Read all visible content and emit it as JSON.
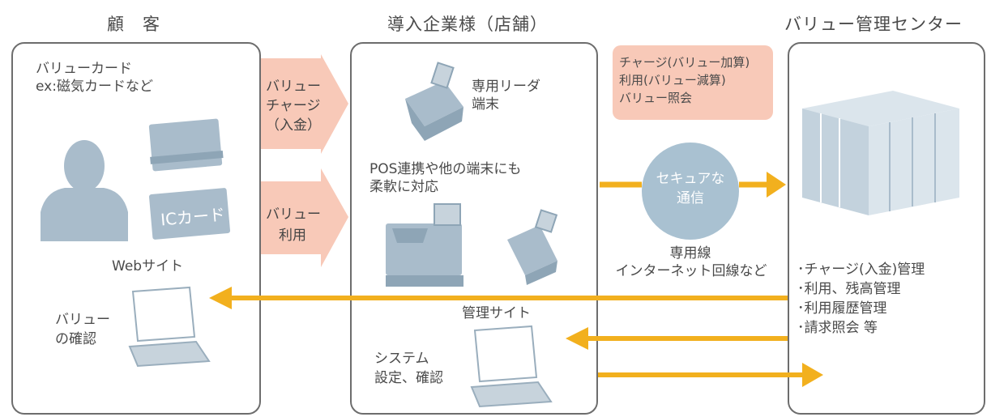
{
  "headers": {
    "customer": "顧　客",
    "store": "導入企業様（店舗）",
    "center": "バリュー管理センター"
  },
  "customer": {
    "card_line1": "バリューカード",
    "card_line2": "ex:磁気カードなど",
    "ic_card_label": "ICカード",
    "web_label": "Webサイト",
    "confirm_line1": "バリュー",
    "confirm_line2": "の確認"
  },
  "arrows": {
    "charge_line1": "バリュー",
    "charge_line2": "チャージ",
    "charge_line3": "（入金）",
    "use_line1": "バリュー",
    "use_line2": "利用"
  },
  "store": {
    "reader_line1": "専用リーダ",
    "reader_line2": "端末",
    "pos_line1": "POS連携や他の端末にも",
    "pos_line2": "柔軟に対応",
    "admin_site": "管理サイト",
    "system_line1": "システム",
    "system_line2": "設定、確認"
  },
  "communication": {
    "ops_line1": "チャージ(バリュー加算)",
    "ops_line2": "利用(バリュー減算)",
    "ops_line3": "バリュー照会",
    "secure_line1": "セキュアな",
    "secure_line2": "通信",
    "line_line1": "専用線",
    "line_line2": "インターネット回線など"
  },
  "center": {
    "items": [
      "･チャージ(入金)管理",
      "･利用、残高管理",
      "･利用履歴管理",
      "･請求照会 等"
    ]
  },
  "colors": {
    "arrow_yellow": "#f2b01e",
    "pink_arrow": "#f8c9b8",
    "pink_box": "#f8c9b8",
    "circle": "#a9c1d1",
    "device": "#a9bccb",
    "panel_border": "#6d6d6d"
  }
}
